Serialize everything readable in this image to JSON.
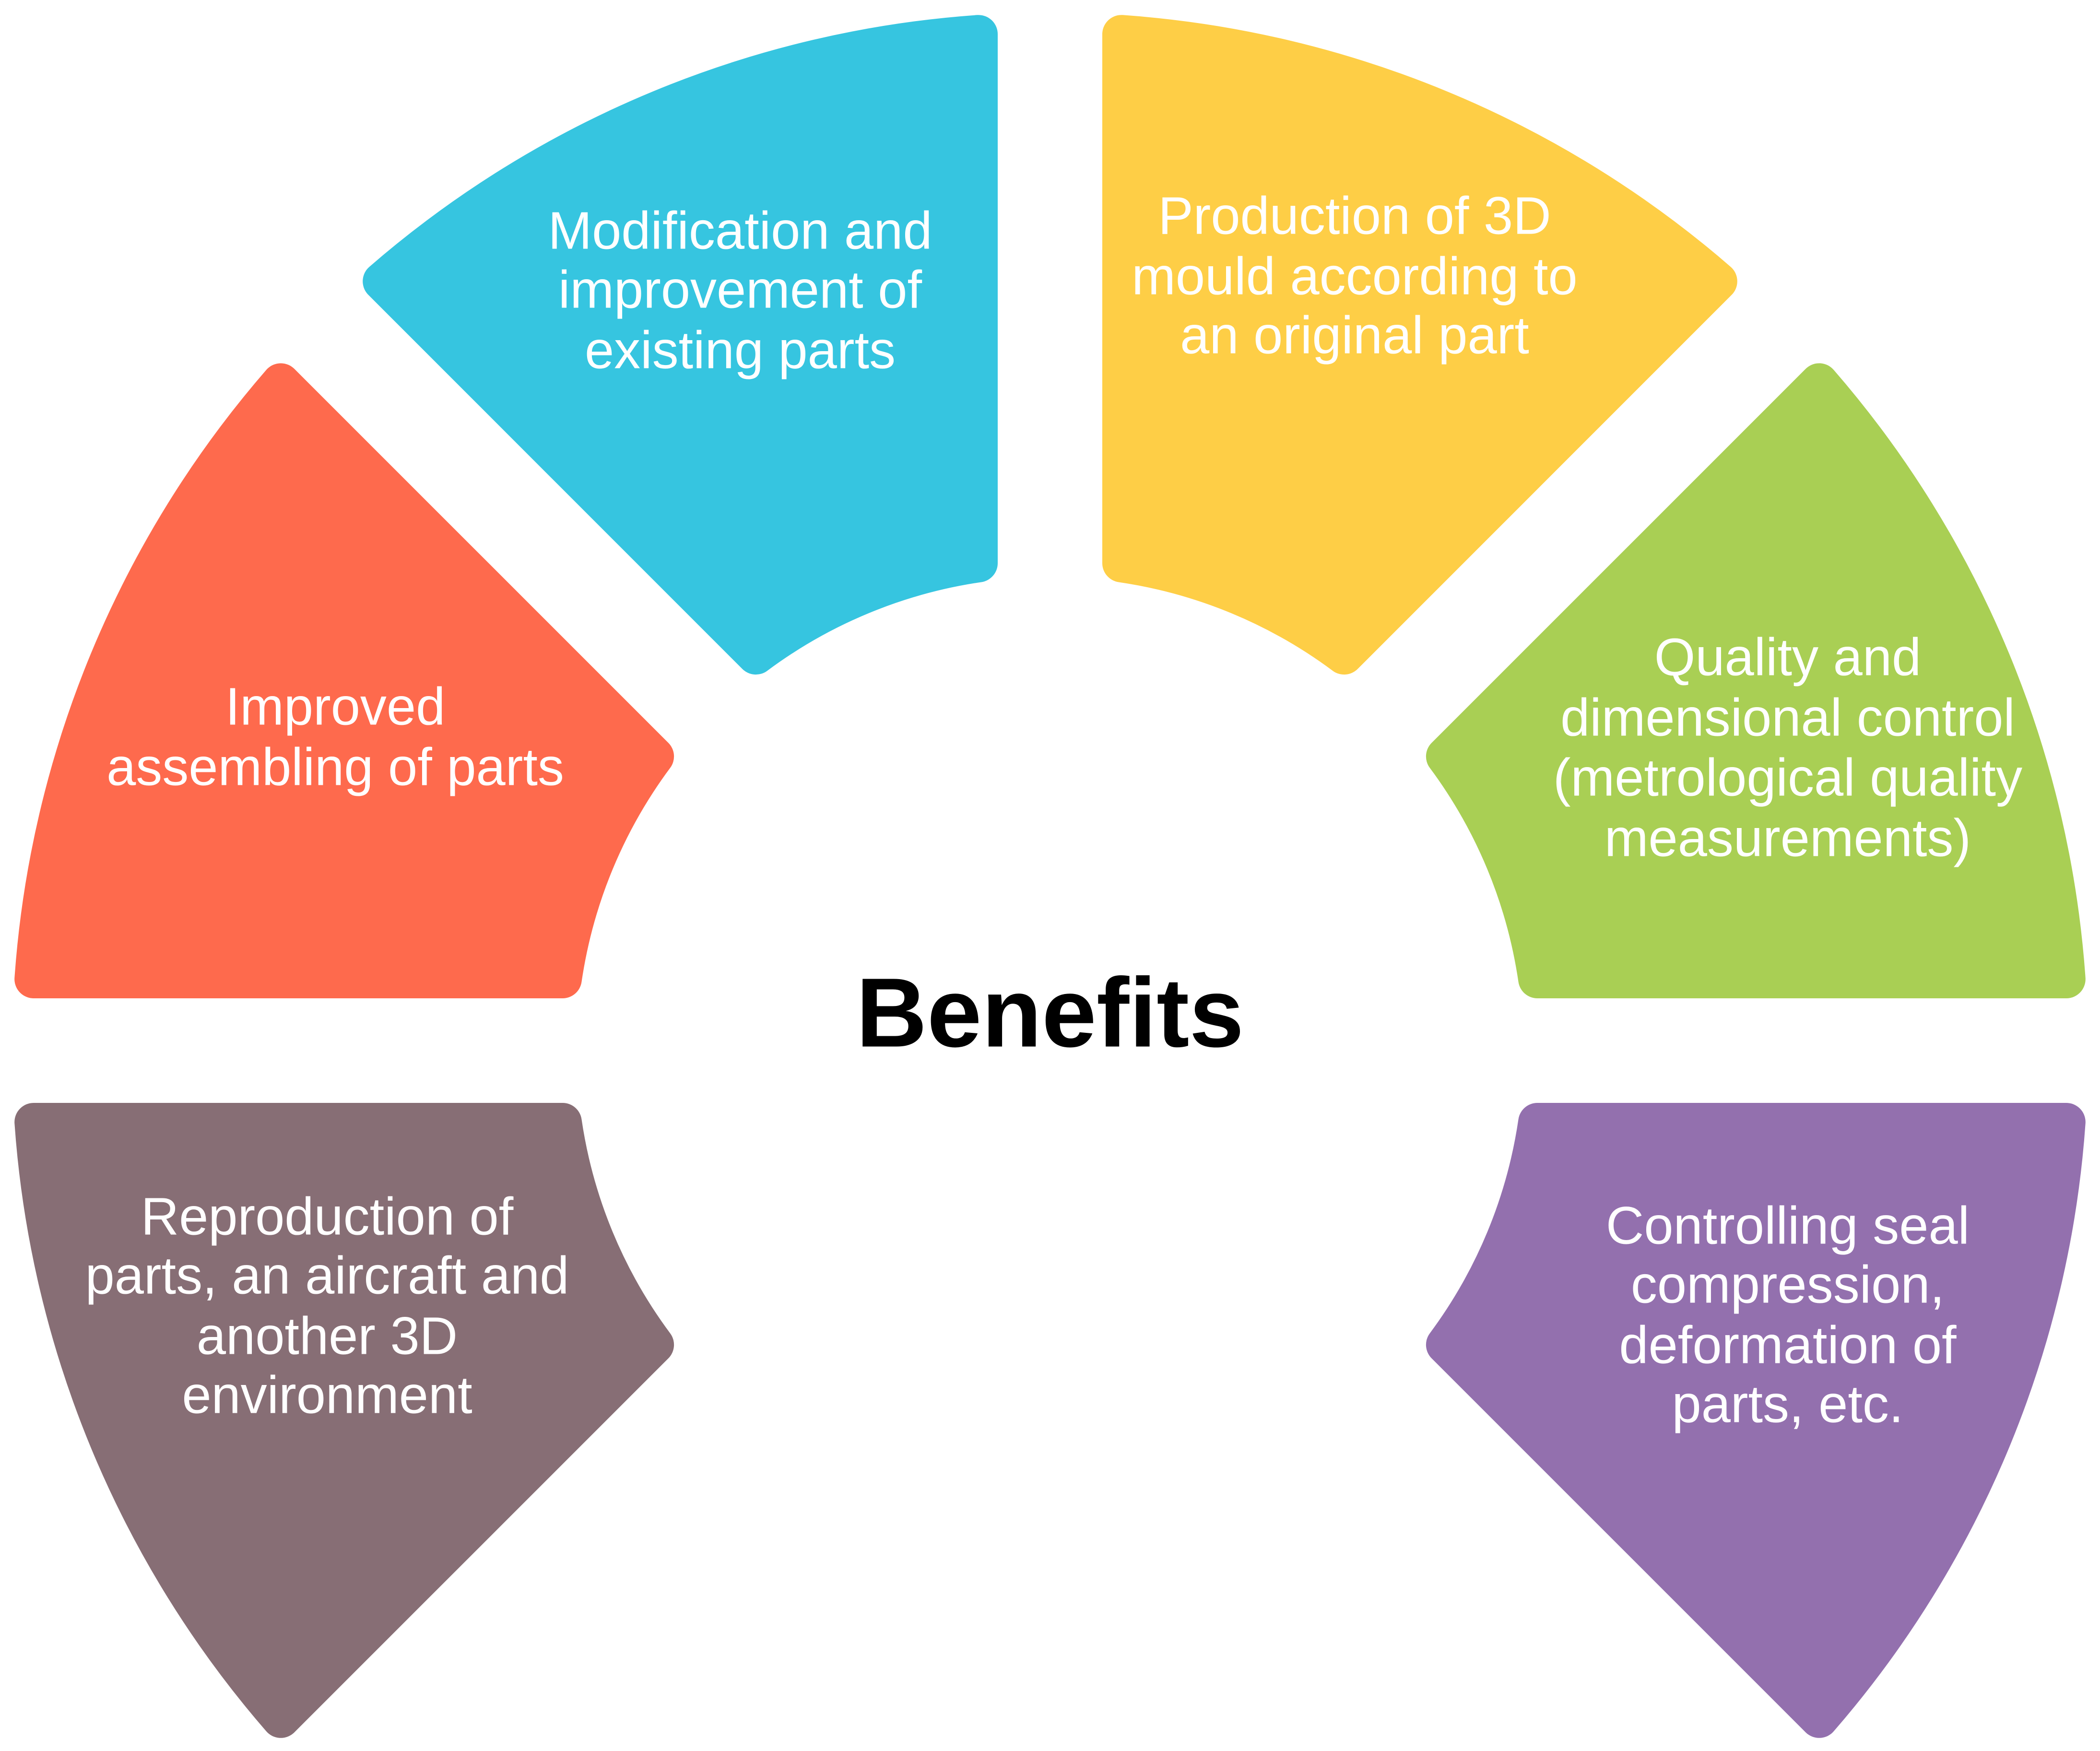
{
  "center_label": "Benefits",
  "segments": [
    {
      "lines": [
        "Modification and",
        "improvement of",
        "existing parts"
      ],
      "color": "#36C5E0"
    },
    {
      "lines": [
        "Production of 3D",
        "mould according to",
        "an original part"
      ],
      "color": "#FECE46"
    },
    {
      "lines": [
        "Improved",
        "assembling of parts"
      ],
      "color": "#FE6A4D"
    },
    {
      "lines": [
        "Quality and",
        "dimensional control",
        "(metrological quality",
        "measurements)"
      ],
      "color": "#A9CF54"
    },
    {
      "lines": [
        "Reproduction of",
        "parts, an aircraft and",
        "another 3D",
        "environment"
      ],
      "color": "#876E75"
    },
    {
      "lines": [
        "Controlling seal",
        "compression,",
        "deformation of",
        "parts, etc."
      ],
      "color": "#9370AE"
    }
  ]
}
